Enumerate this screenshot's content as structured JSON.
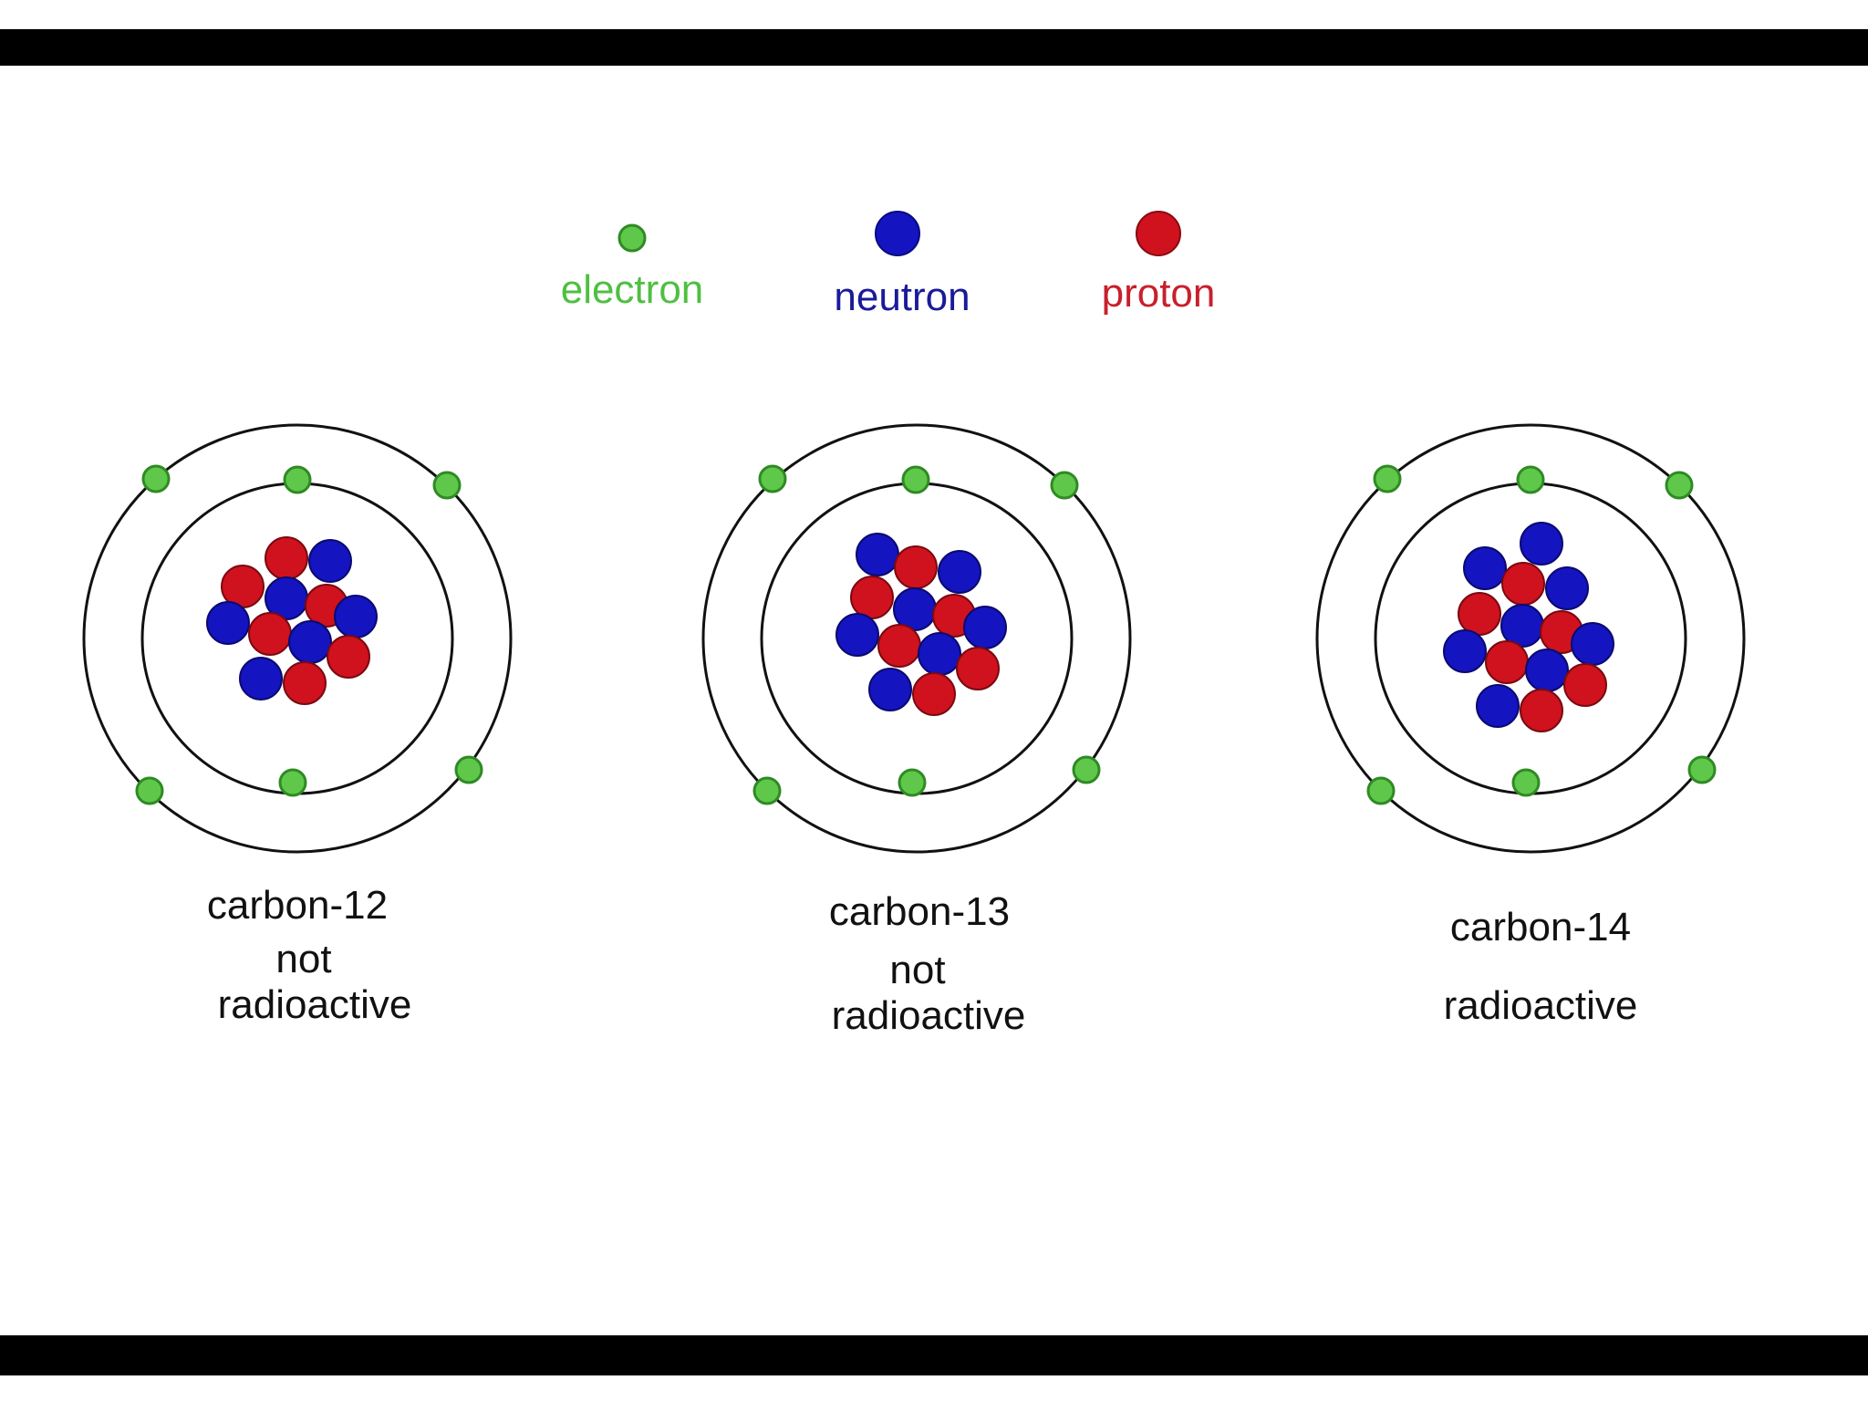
{
  "legend": {
    "electron": {
      "label": "electron",
      "color": "#5fc84a"
    },
    "neutron": {
      "label": "neutron",
      "color": "#1414c0"
    },
    "proton": {
      "label": "proton",
      "color": "#d0121e"
    }
  },
  "atoms": [
    {
      "name": "carbon-12",
      "status": [
        "not",
        "radioactive"
      ],
      "protons": 6,
      "neutrons": 6,
      "electrons": 6
    },
    {
      "name": "carbon-13",
      "status": [
        "not",
        "radioactive"
      ],
      "protons": 6,
      "neutrons": 7,
      "electrons": 6
    },
    {
      "name": "carbon-14",
      "status": [
        "radioactive"
      ],
      "protons": 6,
      "neutrons": 8,
      "electrons": 6
    }
  ]
}
